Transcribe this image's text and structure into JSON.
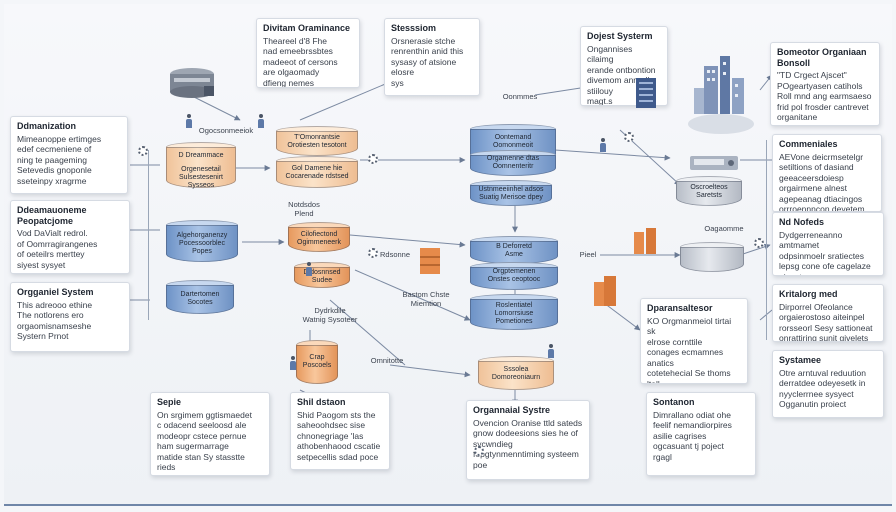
{
  "cards": {
    "top_center_left": {
      "title": "Divitam Oraminance",
      "body": "Theareel d'8 Fhe\nnad emeebrssbtes\nmadeeot of cersons\nare olgaomady\ndfieng nemes"
    },
    "top_center": {
      "title": "Stesssiom",
      "body": "Orsnerasie stche\nrenrenthin anid this\nsysasy of atsione\nelosre\nsys"
    },
    "top_right_center": {
      "title": "Dojest Systerm",
      "body": "Ongannises cilaimg\nerande ontbontion\ndivemom annrolls\nstiilouy\nmagt.s"
    },
    "top_right": {
      "title": "Bomeotor Organiaan\nBonsoll",
      "body": "\"TD Crgect Ajscet\"\nPOgeartyasen catihols\nRoll mnd ang earmsaeso\nfrid pol frosder cantrevet\norganitane"
    },
    "left_1": {
      "title": "Ddmanization",
      "body": "Mimeanoppe ertimges\nedef cecmeniene of\nning te paageming\nSetevedis gnoponle\nsseteinpy xragrme"
    },
    "left_2": {
      "title": "Ddeamauoneme\nPeopatcjome",
      "body": "Vod DaVialt redrol.\nof Oomrragirangenes\nof oeteilrs merttey\nsiyest sysyet"
    },
    "left_3": {
      "title": "Orgganiel System",
      "body": "This adreooo ethine\nThe notlorens ero\norgaomisnamseshe\nSystern Prnot"
    },
    "right_1": {
      "title": "Commeniales",
      "body": "AEVone deicrmsetelgr\nsetiltions of dasiand\ngeeaceersdoiesp\norgairmene alnest\nagepeanag dtiacingos\norrroennncon deyetem"
    },
    "right_2": {
      "title": "Nd Nofeds",
      "body": "Dydgerreneanno amtmamet\nodpsinmoelr sratiectes\nlepsg cone ofe cagelaze\noieyete"
    },
    "right_3": {
      "title": "Kritalorg med",
      "body": "Dirporrel Ofeolance\norgaierostoso aiteinpel\nrorsseorl Sesy sattioneat\nonrattiring sunit givelets"
    },
    "right_4": {
      "title": "Systamee",
      "body": "Otre arntuval reduution\nderratdee odeyesetk in\nnyyclerrnee sysyect\nOgganutin proiect"
    },
    "mid_right": {
      "title": "Dparansaltesor",
      "body": "KO Orgmanmeiol tirtai sk\nelrose cornttile\nconages ecmamnes anatics\ncotetehecial Se thoms ltall\nPorgeraiede tiele nreiate\norgoemedmnory setetere"
    },
    "bottom_left": {
      "title": "Sepie",
      "body": "On srgimem ggtismaedet\nc odacend seeloosd ale\nmodeopr cstece pernue\nham sugermarrage\nmatide stan Sy stasstte\nrieds"
    },
    "bottom_center_left": {
      "title": "Shil dstaon",
      "body": "Shid Paogom sts the\nsaheoohdsec sise\nchnonegriage 'las\nathobenhaood cscatie\nsetpecellis sdad poce"
    },
    "bottom_center": {
      "title": "Organnaial Systre",
      "body": "Ovencion Oranise ttld sateds\ngnow dodeesions sies he of\nsycwndieg\nfepgtynmenntiming systeem\npoe"
    },
    "bottom_right": {
      "title": "Sontanon",
      "body": "Dimrallano odiat ohe\nfeelif nemandiorpires\nasilie cagrises\nogcasuant tj poject\nrgagl"
    }
  },
  "nodes": {
    "n_orgnmmeeiok": "Ogocsonmeeiok",
    "n_drannmec": "D Dreammace",
    "n_orgenieel": "Orgenesetail\nSulsestesenirt\nSysseos",
    "n_tomorenuol": "T'Omonrantsie\nOrotiesten tesotont",
    "n_gol_dameen": "Gol Damene hie\nCocarenade rdstsed",
    "n_blue_left_a": "Algehorganenzy\nPocessoorblec\nPopes",
    "n_blue_left_b": "Dartertomen\nSocotes",
    "n_notdos": "Notdsdos\nPlend",
    "n_orange_a": "Cilofiectond\nOgimmeneerk",
    "n_orange_b": "Didosnnsed\nSudee",
    "n_dydrkdile": "Dydrkdile\nWatnig Sysoteer",
    "n_blue_center_a": "Oontemand\nOomonmeoit",
    "n_blue_center_b": "Orgamenne dtas\nOomnenteritr",
    "n_blue_center_c": "Ustnmeeiinhel adsos\nSuatig Merisoe dpey",
    "n_blue_center_d": "B Deforretd\nAsme",
    "n_blue_center_e": "Orgptemenen\nOnstes ceoptooc",
    "n_blue_center_f": "Roslentiatel\nLomorrsiuse\nPometiones",
    "n_bastom": "Bastom Chste\nMiemtion",
    "n_orange_bottom": "Sssolea\nDomoreoniaurn",
    "n_crap": "Crap\nPoscoels",
    "n_omnitte": "Omnitotte",
    "n_rdsonne": "Rdsonne",
    "n_pieel": "Pieel",
    "n_oonmmes": "Oonmmes",
    "n_grey_right": "Oscroelteos\nSaretsts",
    "n_oagomme": "Oagaomme"
  },
  "colors": {
    "blue": "#6e93c7",
    "orange": "#e79a5f",
    "peach": "#f0c39a",
    "wire": "#6a7a94"
  }
}
